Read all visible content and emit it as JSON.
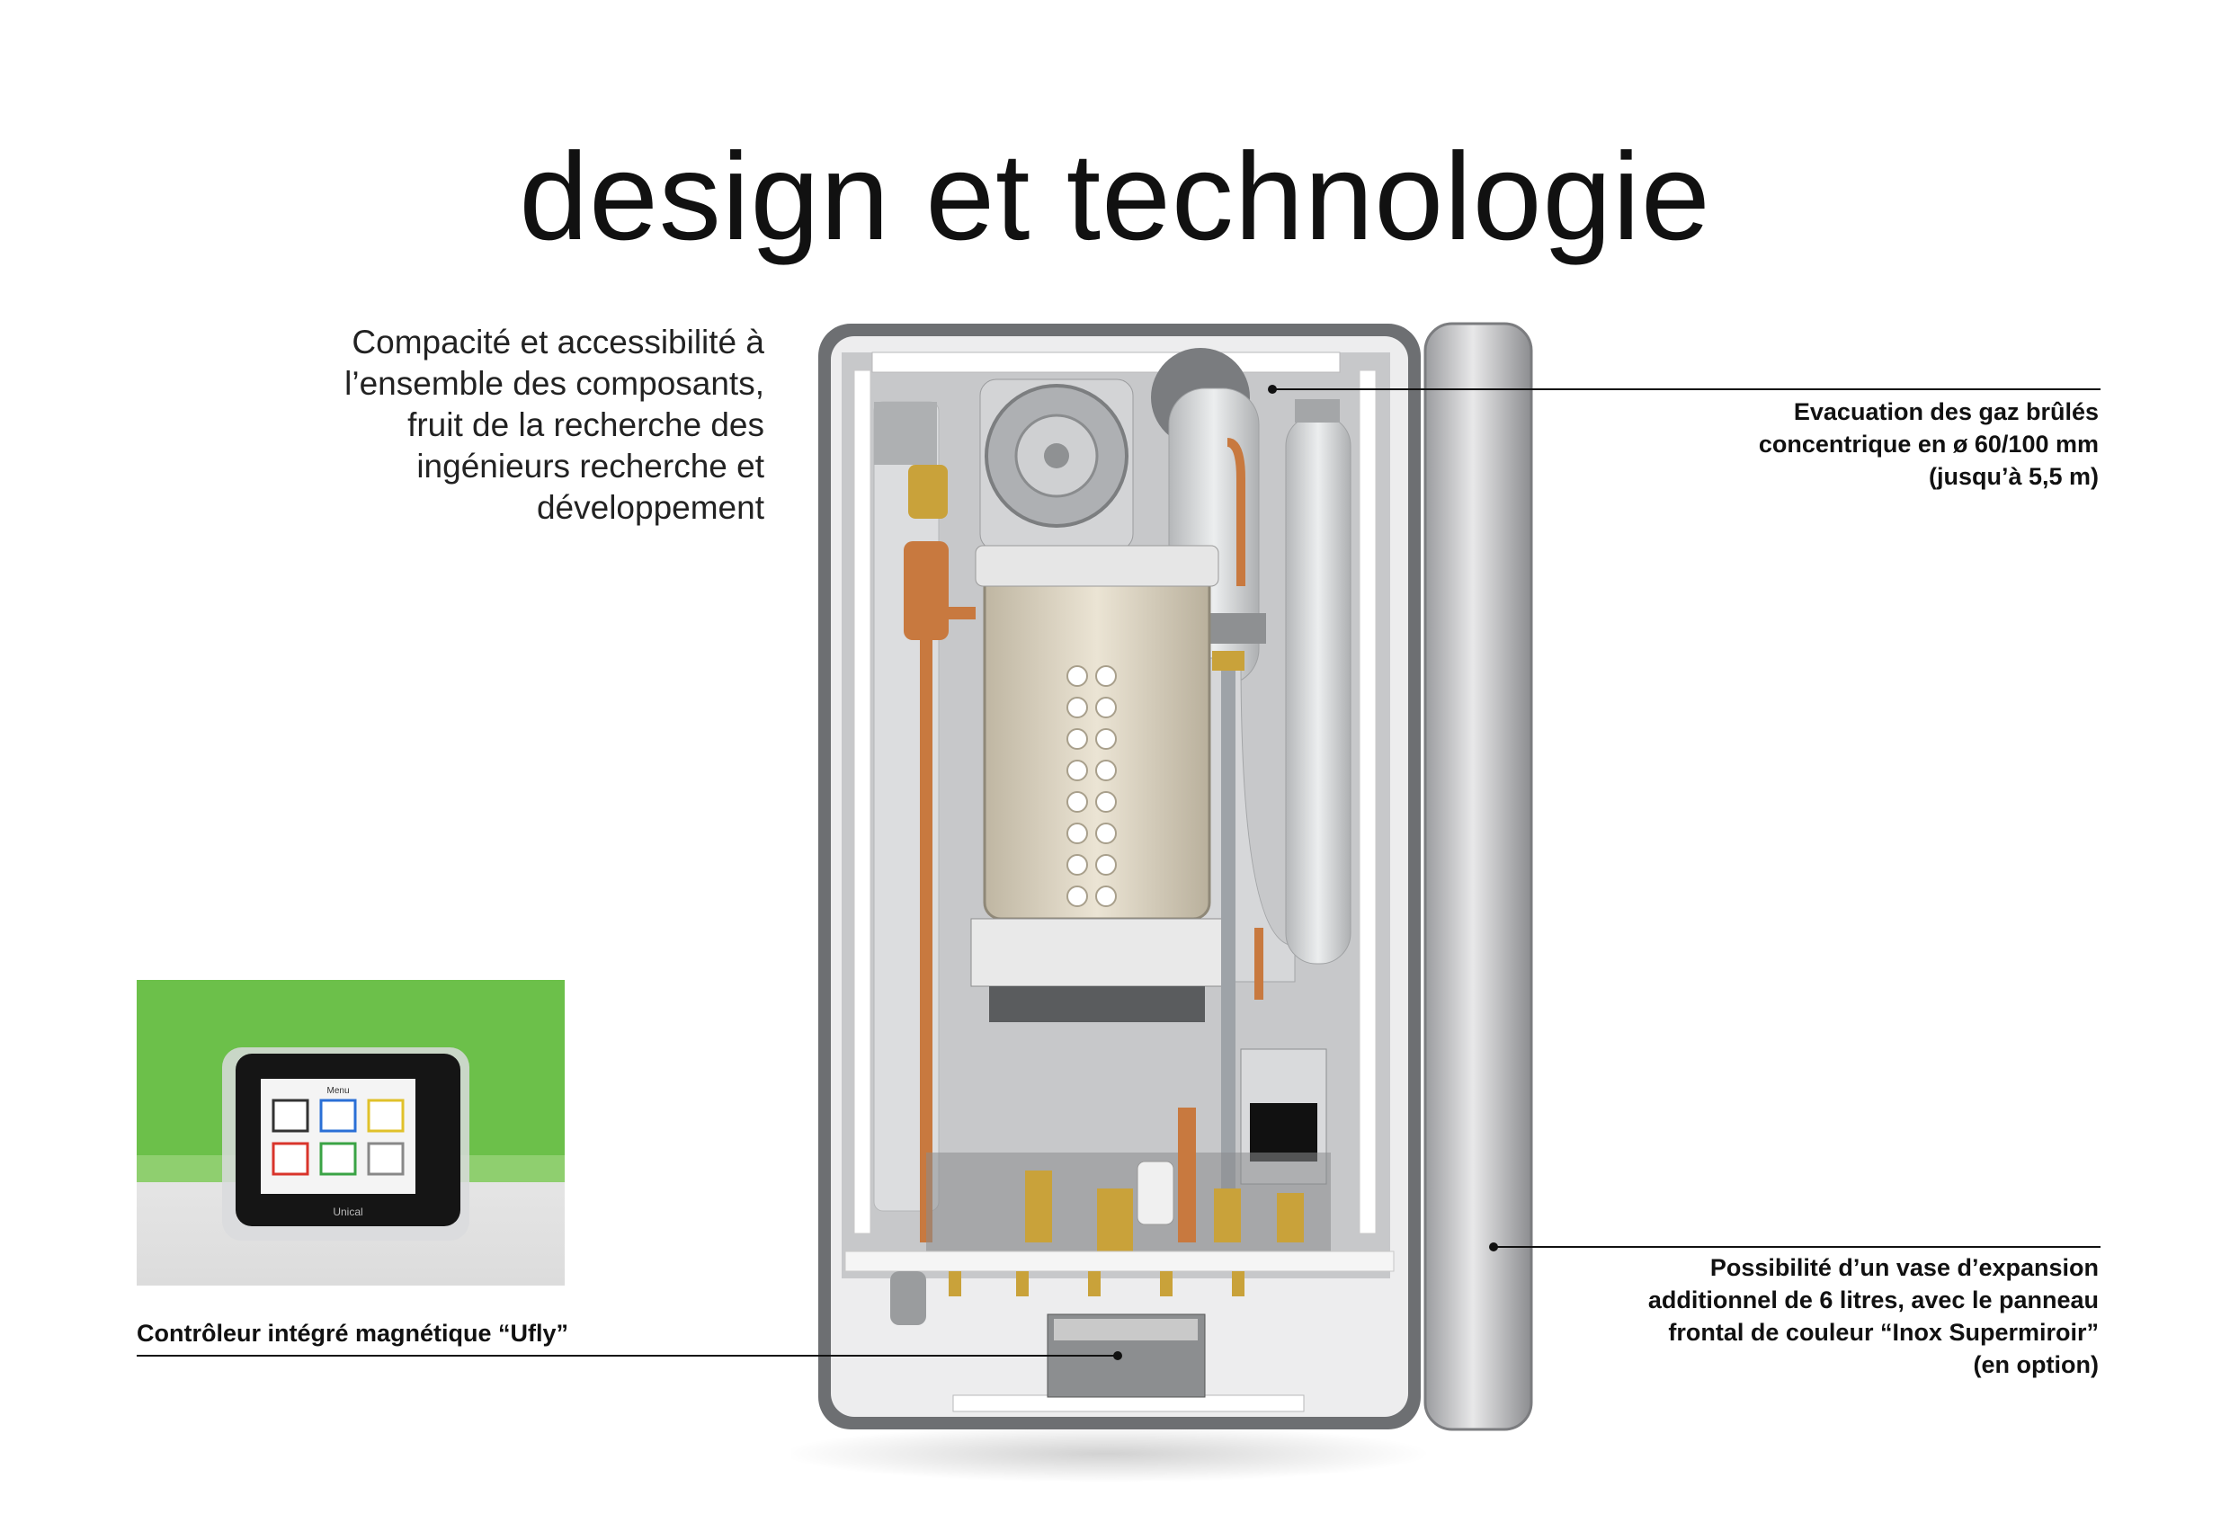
{
  "title": "design et technologie",
  "intro": {
    "lines": [
      "Compacité et accessibilité à",
      "l’ensemble des composants,",
      "fruit de la recherche des",
      "ingénieurs recherche et",
      "développement"
    ]
  },
  "callouts": {
    "flue": {
      "lines": [
        "Evacuation des gaz brûlés",
        "concentrique en ø 60/100 mm",
        "(jusqu’à 5,5 m)"
      ]
    },
    "expansion": {
      "lines": [
        "Possibilité d’un vase d’expansion",
        "additionnel de 6 litres, avec le panneau",
        "frontal de couleur “Inox Supermiroir”",
        "(en option)"
      ]
    },
    "controller": {
      "label": "Contrôleur intégré magnétique “Ufly”"
    }
  },
  "controller_screen": {
    "brand": "Unical",
    "menu": "Menu"
  },
  "colors": {
    "green": "#6cc04a",
    "copper": "#c8793f",
    "brass": "#c9a23a",
    "frame": "#6d6f72",
    "panel": "#c7c8ca"
  }
}
